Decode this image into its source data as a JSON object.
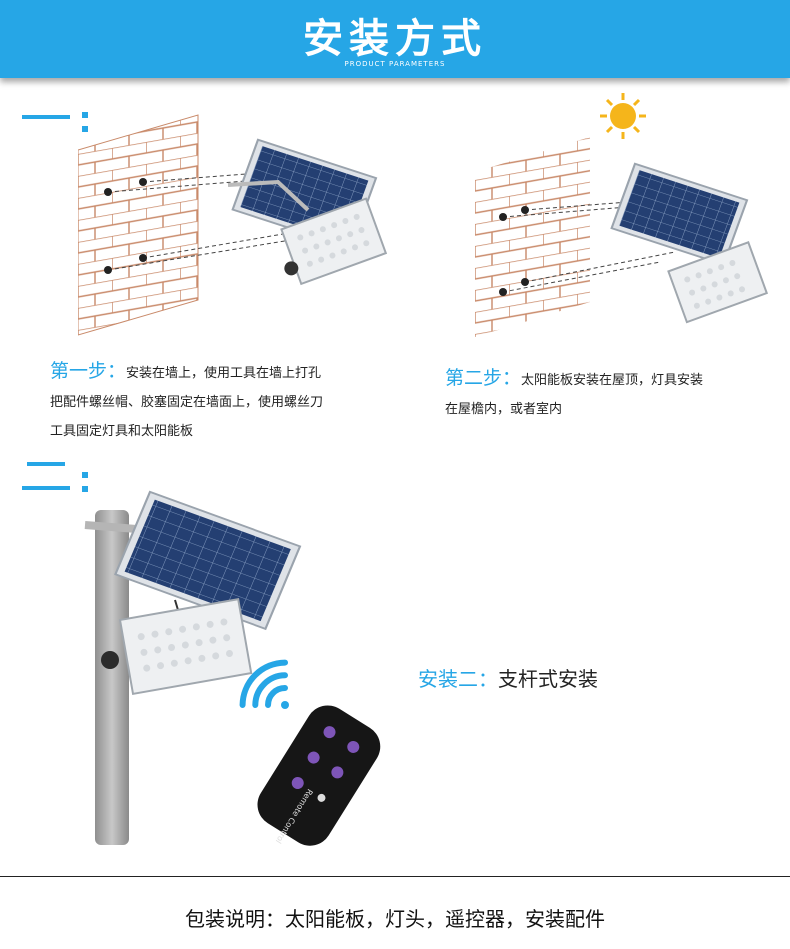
{
  "header": {
    "title": "安装方式",
    "subtitle": "PRODUCT PARAMETERS"
  },
  "step1": {
    "label": "第一步：",
    "lines": [
      "安装在墙上，使用工具在墙上打孔",
      "把配件螺丝帽、胶塞固定在墙面上，使用螺丝刀",
      "工具固定灯具和太阳能板"
    ]
  },
  "step2": {
    "label": "第二步：",
    "lines": [
      "太阳能板安装在屋顶，灯具安装",
      "在屋檐内，或者室内"
    ]
  },
  "install2": {
    "label": "安装二：",
    "text": "支杆式安装"
  },
  "remote": {
    "text": "Remote Control"
  },
  "packing": "包装说明：太阳能板，灯头，遥控器，安装配件",
  "colors": {
    "accent": "#26a6e6",
    "brick": "#c98a6a",
    "panel": "#1f3f73"
  },
  "icons": [
    "sun-icon",
    "wifi-signal-icon"
  ]
}
